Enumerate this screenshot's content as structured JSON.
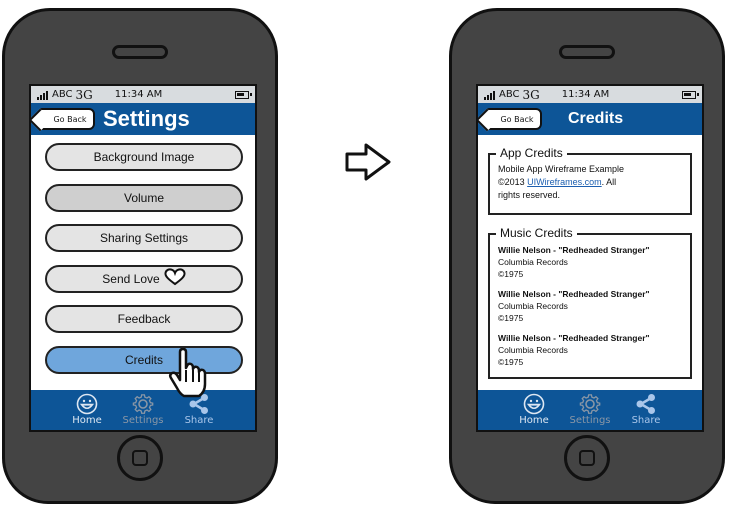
{
  "status_bar": {
    "carrier": "ABC",
    "network": "3G",
    "time": "11:34 AM"
  },
  "left_screen": {
    "back_label": "Go Back",
    "title": "Settings",
    "menu_items": [
      {
        "label": "Background Image",
        "state": "normal"
      },
      {
        "label": "Volume",
        "state": "pressed"
      },
      {
        "label": "Sharing Settings",
        "state": "normal"
      },
      {
        "label": "Send Love",
        "state": "normal",
        "icon": "heart-icon"
      },
      {
        "label": "Feedback",
        "state": "normal"
      },
      {
        "label": "Credits",
        "state": "selected"
      }
    ]
  },
  "right_screen": {
    "back_label": "Go Back",
    "title": "Credits",
    "app_credits": {
      "legend": "App Credits",
      "line1": "Mobile App Wireframe Example",
      "copyright_prefix": "©2013 ",
      "link_text": "UIWireframes.com",
      "line2_suffix": ". All",
      "line3": "rights reserved."
    },
    "music_credits": {
      "legend": "Music Credits",
      "entries": [
        {
          "artist": "Willie Nelson - \"Redheaded Stranger\"",
          "label": "Columbia Records",
          "year": "©1975"
        },
        {
          "artist": "Willie Nelson - \"Redheaded Stranger\"",
          "label": "Columbia Records",
          "year": "©1975"
        },
        {
          "artist": "Willie Nelson - \"Redheaded Stranger\"",
          "label": "Columbia Records",
          "year": "©1975"
        }
      ]
    }
  },
  "tab_bar": {
    "tabs": [
      {
        "label": "Home",
        "icon": "smiley-icon"
      },
      {
        "label": "Settings",
        "icon": "gear-icon"
      },
      {
        "label": "Share",
        "icon": "share-icon"
      }
    ]
  },
  "colors": {
    "nav_blue": "#0d5597",
    "selected_blue": "#6fa6dc",
    "phone_body": "#444444",
    "link": "#1d5fb0"
  }
}
